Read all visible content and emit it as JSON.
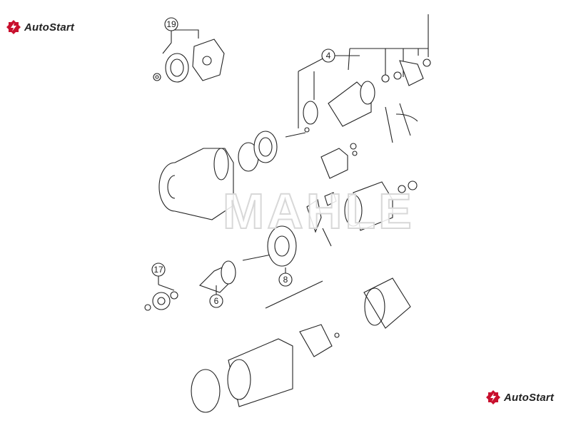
{
  "brand": {
    "name": "AutoStart",
    "color": "#c8102e"
  },
  "watermark": "MAHLE",
  "callouts": [
    {
      "label": "19"
    },
    {
      "label": "4"
    },
    {
      "label": "17"
    },
    {
      "label": "6"
    },
    {
      "label": "8"
    }
  ]
}
